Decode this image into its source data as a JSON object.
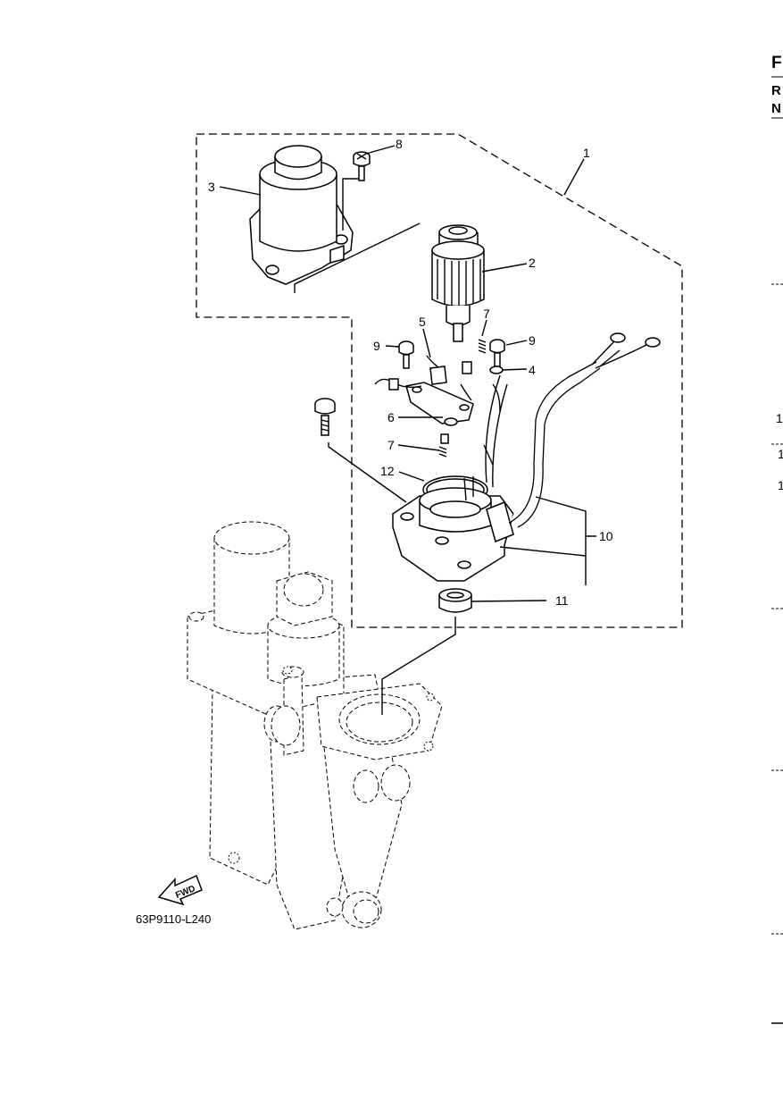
{
  "callouts": [
    "1",
    "2",
    "3",
    "4",
    "5",
    "6",
    "7",
    "7",
    "8",
    "9",
    "9",
    "10",
    "11",
    "12"
  ],
  "figure_code": "63P9110-L240",
  "fwd_label": "FWD",
  "edge": {
    "top": "F",
    "row2": "R",
    "row3": "N",
    "side_a": "1",
    "side_b": "1",
    "side_c": "1"
  },
  "icons": [
    "fwd-arrow-icon"
  ]
}
